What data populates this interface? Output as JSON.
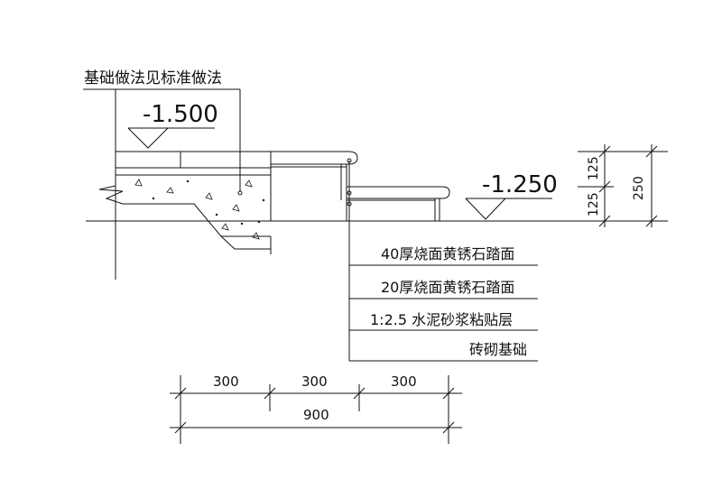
{
  "foundation_note": "基础做法见标准做法",
  "elevations": {
    "left": "-1.500",
    "right": "-1.250"
  },
  "layers": [
    "40厚烧面黄锈石踏面",
    "20厚烧面黄锈石踏面",
    "1:2.5 水泥砂浆粘贴层",
    "砖砌基础"
  ],
  "vertical_dims": {
    "upper": "125",
    "lower": "125",
    "total": "250"
  },
  "horizontal_dims": {
    "segments": [
      "300",
      "300",
      "300"
    ],
    "total": "900"
  }
}
